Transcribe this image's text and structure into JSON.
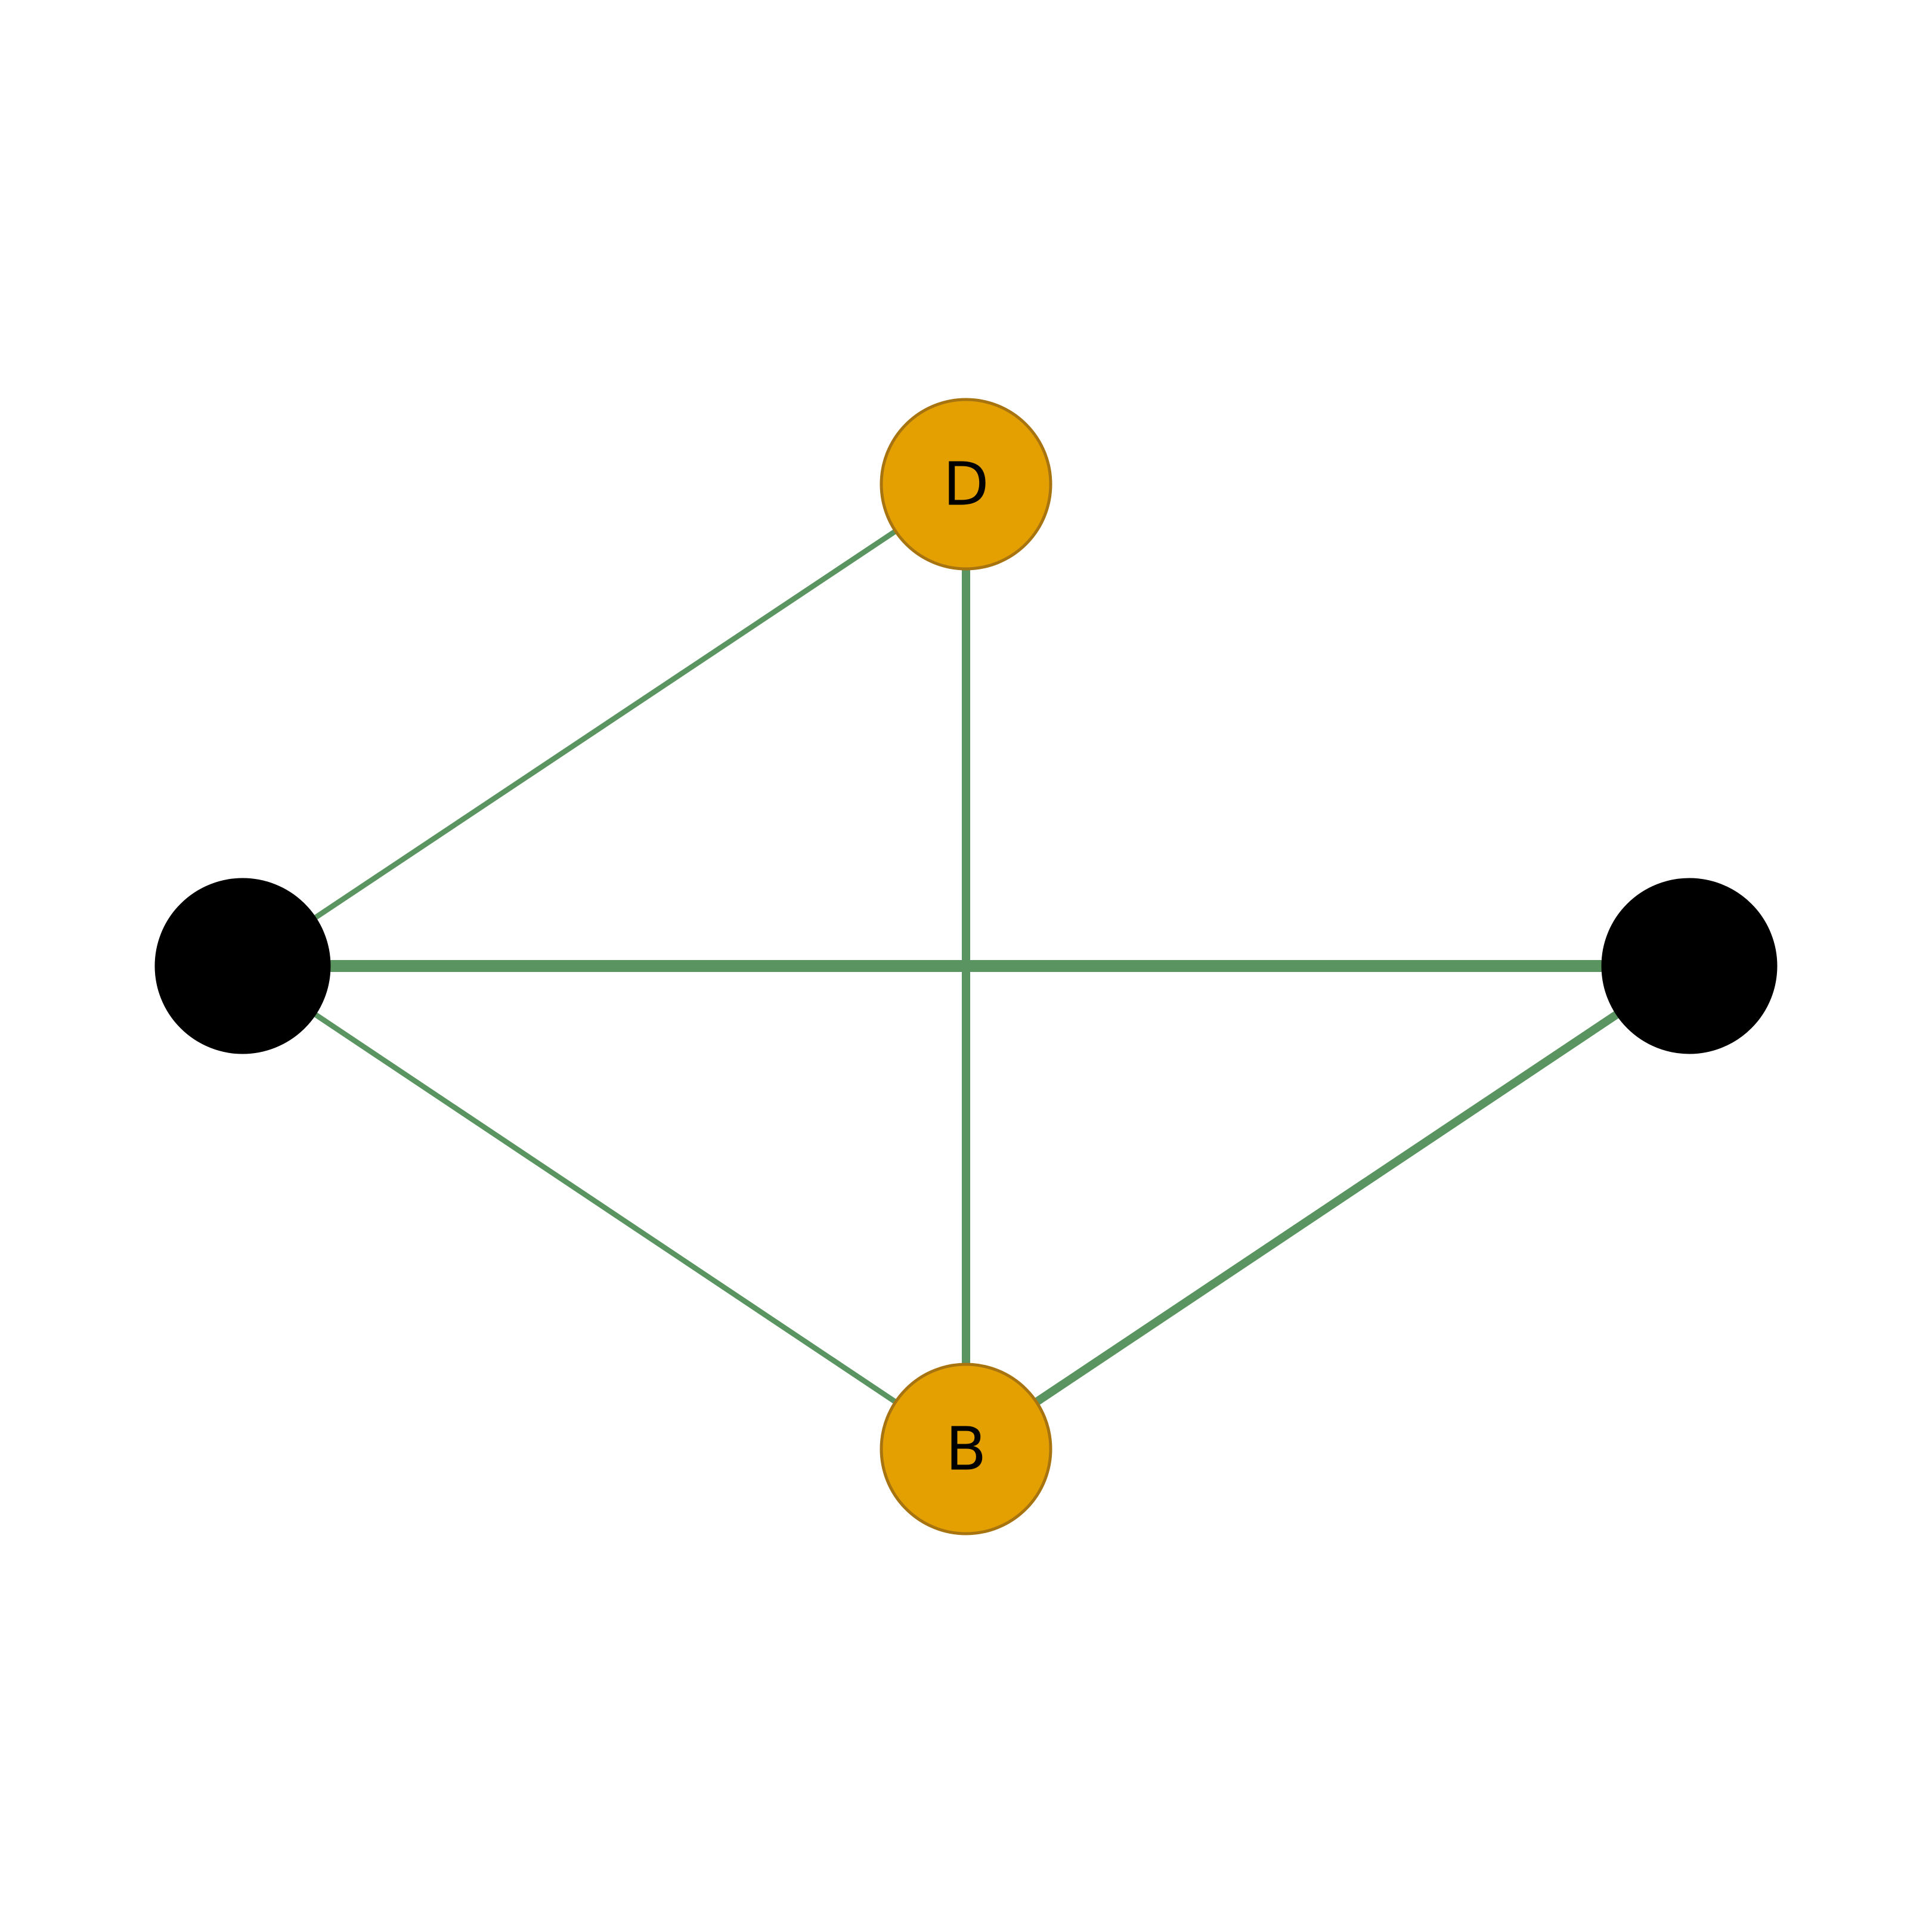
{
  "graph": {
    "nodes": [
      {
        "id": "D",
        "label": "D",
        "fill": "#E3A000",
        "stroke": "#A87410",
        "labelColor": "#000000"
      },
      {
        "id": "B",
        "label": "B",
        "fill": "#E3A000",
        "stroke": "#A87410",
        "labelColor": "#000000"
      },
      {
        "id": "left",
        "label": "",
        "fill": "#000000",
        "stroke": "#000000",
        "labelColor": "#000000"
      },
      {
        "id": "right",
        "label": "",
        "fill": "#000000",
        "stroke": "#000000",
        "labelColor": "#000000"
      }
    ],
    "edges": [
      {
        "source": "left",
        "target": "D",
        "weight": 1
      },
      {
        "source": "left",
        "target": "B",
        "weight": 1
      },
      {
        "source": "left",
        "target": "right",
        "weight": 3
      },
      {
        "source": "D",
        "target": "B",
        "weight": 2
      },
      {
        "source": "right",
        "target": "B",
        "weight": 2
      }
    ],
    "edgeColor": "#5A9460"
  }
}
